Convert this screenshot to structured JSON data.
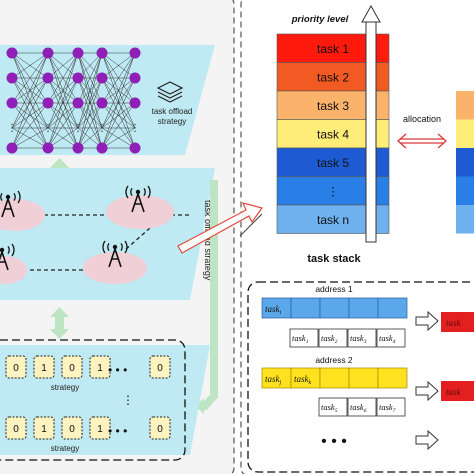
{
  "left_panel": {
    "stack_label": "task offload strategy",
    "vertical_label": "task offload strategy",
    "strategy_label": "strategy",
    "strategy_bits_row1": [
      "0",
      "1",
      "0",
      "1",
      "0"
    ],
    "strategy_bits_row2": [
      "0",
      "1",
      "0",
      "1",
      "0"
    ],
    "dots": "• • •"
  },
  "right_panel": {
    "priority_label": "priority level",
    "task_stack_label": "task stack",
    "allocation_label": "allocation",
    "tasks": [
      {
        "label": "task 1",
        "color": "#ff1a0e"
      },
      {
        "label": "task 2",
        "color": "#f15b23"
      },
      {
        "label": "task 3",
        "color": "#fbb26a"
      },
      {
        "label": "task 4",
        "color": "#ffed7a"
      },
      {
        "label": "task 5",
        "color": "#1e5bd3"
      },
      {
        "label": "⋮",
        "color": "#2a7fe6"
      },
      {
        "label": "task n",
        "color": "#6fb1ef"
      }
    ],
    "address_1": {
      "title": "address 1",
      "bar_cell": "task",
      "bar_sub": "i",
      "tasks": [
        {
          "t": "task",
          "s": "1"
        },
        {
          "t": "task",
          "s": "2"
        },
        {
          "t": "task",
          "s": "3"
        },
        {
          "t": "task",
          "s": "4"
        }
      ]
    },
    "address_2": {
      "title": "address 2",
      "bar_cells": [
        {
          "t": "task",
          "s": "j"
        },
        {
          "t": "task",
          "s": "k"
        }
      ],
      "tasks": [
        {
          "t": "task",
          "s": "5"
        },
        {
          "t": "task",
          "s": "6"
        },
        {
          "t": "task",
          "s": "7"
        }
      ]
    },
    "more_dots": "• • •",
    "red_box_1": "task",
    "red_box_2": "task"
  },
  "colors": {
    "panel_bg": "#bfe9f3",
    "strategy_cell": "#fdf3c0",
    "node_purple": "#8f1fb6",
    "tower_disc": "#f0cfd6",
    "green_arrow": "#bde5c4",
    "address_blue": "#5aa7ea",
    "address_yellow": "#ffe21f",
    "red_box": "#e41f1f"
  }
}
